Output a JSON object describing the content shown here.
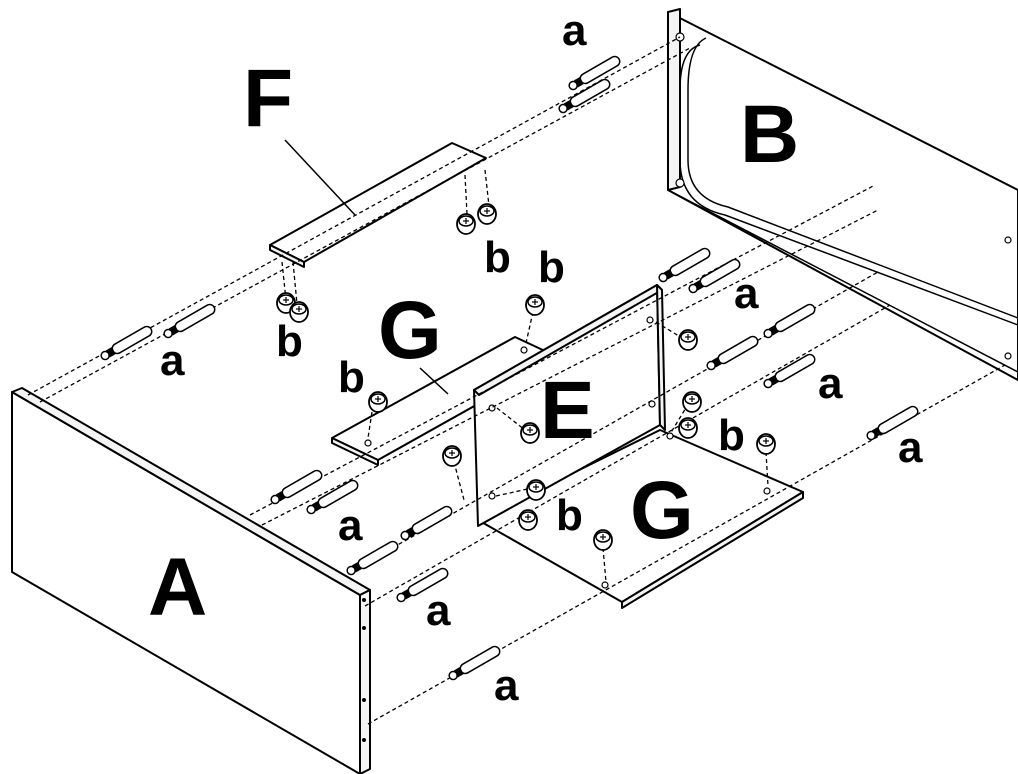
{
  "labels": {
    "panel_a": "A",
    "panel_b": "B",
    "panel_e": "E",
    "panel_f": "F",
    "panel_g_back": "G",
    "panel_g_front": "G"
  },
  "fittings": {
    "dowel": "a",
    "cam": "b"
  }
}
